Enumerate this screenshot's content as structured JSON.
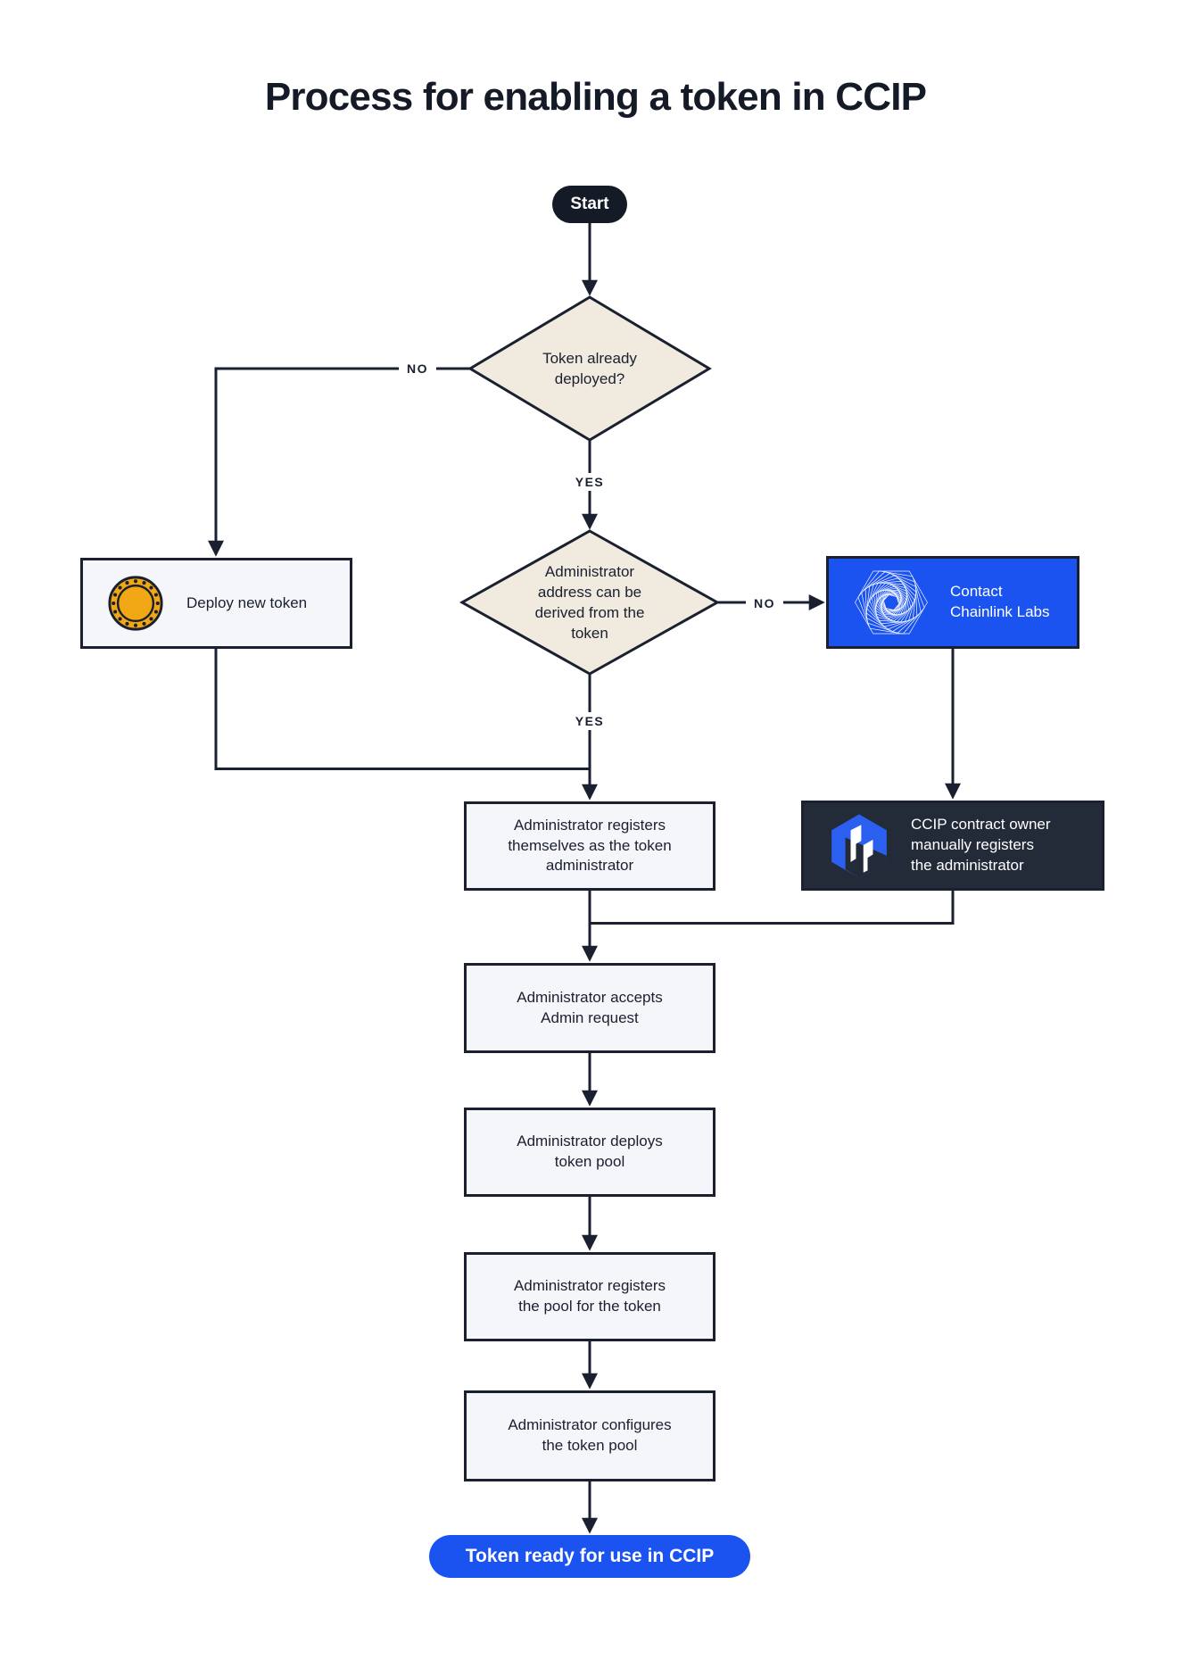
{
  "title": "Process for enabling a token in CCIP",
  "colors": {
    "navy": "#1A2030",
    "blue": "#1B53F0",
    "dark_panel": "#232A38",
    "pill_dark": "#151A27",
    "beige": "#F0EADF",
    "light_panel": "#F4F6FA",
    "gold": "#F2A714",
    "white": "#FFFFFF",
    "ccip_hex": "#2B5FF0"
  },
  "nodes": {
    "start": "Start",
    "token_deployed_q": "Token already\ndeployed?",
    "deploy_new_token": "Deploy new token",
    "admin_address_q": "Administrator\naddress can be\nderived from the\ntoken",
    "contact_chainlink_labs": "Contact\nChainlink Labs",
    "admin_registers_self": "Administrator registers\nthemselves as the token\nadministrator",
    "ccip_owner_registers": "CCIP contract owner\nmanually registers\nthe administrator",
    "admin_accepts_request": "Administrator accepts\nAdmin request",
    "admin_deploys_pool": "Administrator deploys\ntoken pool",
    "admin_registers_pool": "Administrator registers\nthe pool for the token",
    "admin_configures_pool": "Administrator configures\nthe token pool",
    "token_ready": "Token ready for use in CCIP"
  },
  "edge_labels": {
    "no_deployed": "NO",
    "yes_deployed": "YES",
    "no_derived": "NO",
    "yes_derived": "YES"
  },
  "icons": {
    "coin": "coin-icon",
    "chainlink_labs": "chainlink-labs-icon",
    "ccip_logo": "ccip-logo-icon"
  }
}
